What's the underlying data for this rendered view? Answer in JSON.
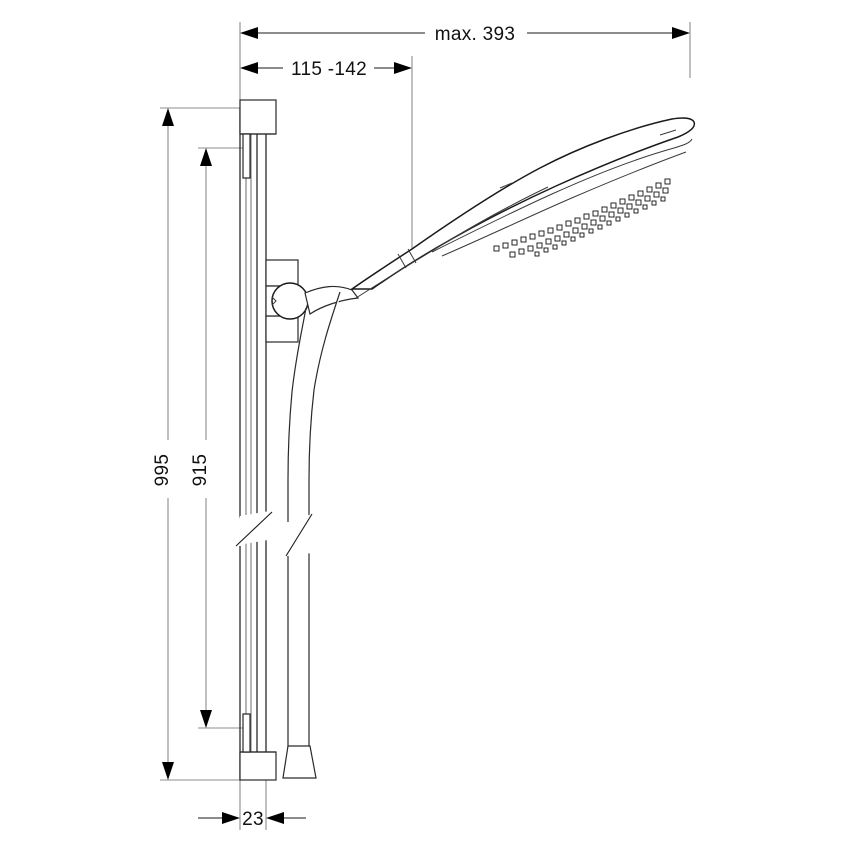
{
  "drawing": {
    "title": "Hand shower with wall bar - technical dimension drawing",
    "units": "mm",
    "line_color": "#1a1a1a",
    "extension_line_color": "#8c8c8c",
    "background": "#ffffff"
  },
  "dimensions": {
    "max_reach": {
      "label": "max. 393",
      "value": 393,
      "prefix": "max.",
      "orientation": "horizontal",
      "position": "top"
    },
    "bracket_projection": {
      "label": "115 -142",
      "value_min": 115,
      "value_max": 142,
      "orientation": "horizontal",
      "position": "top-inner"
    },
    "bar_total_height": {
      "label": "995",
      "value": 995,
      "orientation": "vertical",
      "position": "left-outer"
    },
    "bar_bracket_spacing": {
      "label": "915",
      "value": 915,
      "orientation": "vertical",
      "position": "left-inner"
    },
    "bar_depth": {
      "label": "23",
      "value": 23,
      "orientation": "horizontal",
      "position": "bottom"
    }
  },
  "parts": {
    "wall_bar": "wall-bar",
    "top_bracket": "top-wall-bracket",
    "bottom_bracket": "bottom-wall-bracket",
    "slider_holder": "slider-ball-joint-holder",
    "hand_shower": "hand-shower-head",
    "shower_hose": "shower-hose",
    "hose_end_fitting": "hose-cone-fitting",
    "spray_face": "spray-nozzle-face",
    "break_line": "break-line"
  }
}
